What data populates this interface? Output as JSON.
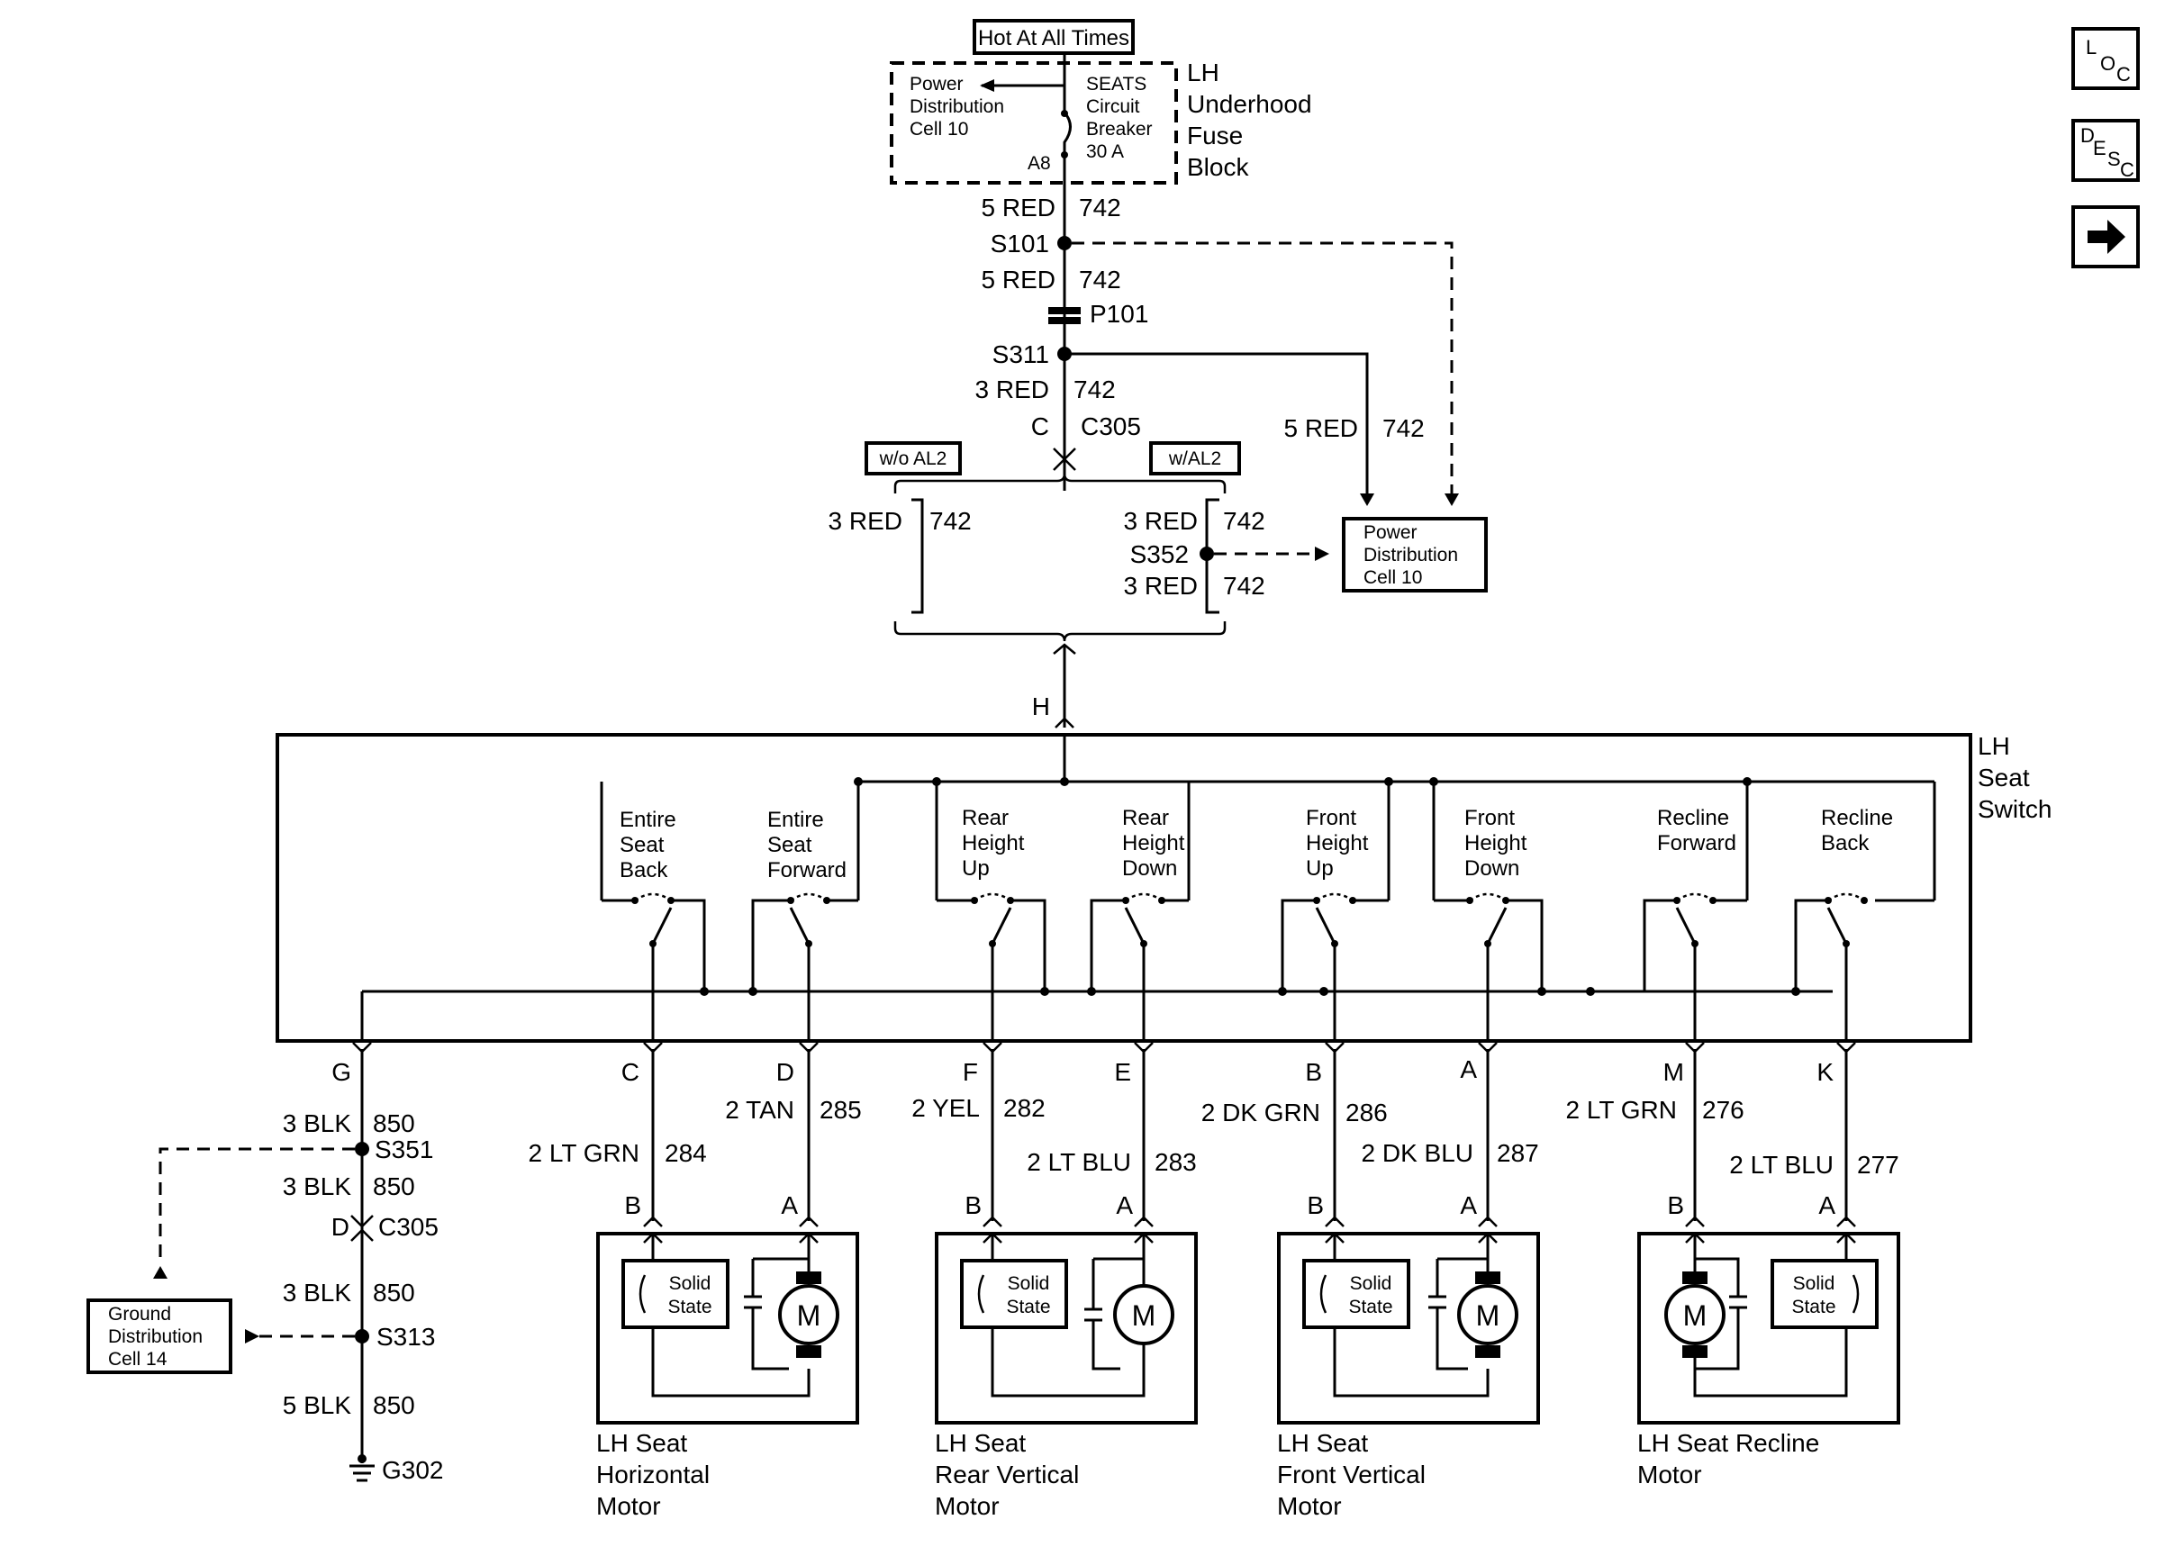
{
  "header": {
    "hot_label": "Hot At All Times"
  },
  "fuse_block": {
    "pdc_label": [
      "Power",
      "Distribution",
      "Cell 10"
    ],
    "breaker_label": [
      "SEATS",
      "Circuit",
      "Breaker",
      "30 A"
    ],
    "pin": "A8",
    "name": [
      "LH",
      "Underhood",
      "Fuse",
      "Block"
    ]
  },
  "feed": {
    "wire1": {
      "gauge": "5 RED",
      "circuit": "742"
    },
    "splice1": "S101",
    "wire2": {
      "gauge": "5 RED",
      "circuit": "742"
    },
    "connector": "P101",
    "splice2": "S311",
    "wire3": {
      "gauge": "3 RED",
      "circuit": "742"
    },
    "conn_pin": "C",
    "conn_name": "C305",
    "branch_wire": {
      "gauge": "5 RED",
      "circuit": "742"
    }
  },
  "options": {
    "without": "w/o AL2",
    "with": "w/AL2",
    "left_wire": {
      "gauge": "3 RED",
      "circuit": "742"
    },
    "right_wire_top": {
      "gauge": "3 RED",
      "circuit": "742"
    },
    "splice": "S352",
    "right_wire_bottom": {
      "gauge": "3 RED",
      "circuit": "742"
    }
  },
  "pdc_box": [
    "Power",
    "Distribution",
    "Cell 10"
  ],
  "switch": {
    "input_pin": "H",
    "name": [
      "LH",
      "Seat",
      "Switch"
    ],
    "positions": [
      [
        "Entire",
        "Seat",
        "Back"
      ],
      [
        "Entire",
        "Seat",
        "Forward"
      ],
      [
        "Rear",
        "Height",
        "Up"
      ],
      [
        "Rear",
        "Height",
        "Down"
      ],
      [
        "Front",
        "Height",
        "Up"
      ],
      [
        "Front",
        "Height",
        "Down"
      ],
      [
        "Recline",
        "Forward"
      ],
      [
        "Recline",
        "Back"
      ]
    ]
  },
  "ground": {
    "pin": "G",
    "wire1": {
      "gauge": "3 BLK",
      "circuit": "850"
    },
    "splice1": "S351",
    "wire2": {
      "gauge": "3 BLK",
      "circuit": "850"
    },
    "conn_pin": "D",
    "conn_name": "C305",
    "wire3": {
      "gauge": "3 BLK",
      "circuit": "850"
    },
    "splice2": "S313",
    "wire4": {
      "gauge": "5 BLK",
      "circuit": "850"
    },
    "ground_name": "G302",
    "gdc_box": [
      "Ground",
      "Distribution",
      "Cell 14"
    ]
  },
  "motor_wires": [
    {
      "pin": "C",
      "gauge": "2 LT GRN",
      "circuit": "284",
      "motor_pin": "B"
    },
    {
      "pin": "D",
      "gauge": "2 TAN",
      "circuit": "285",
      "motor_pin": "A"
    },
    {
      "pin": "F",
      "gauge": "2 YEL",
      "circuit": "282",
      "motor_pin": "B"
    },
    {
      "pin": "E",
      "gauge": "2 LT BLU",
      "circuit": "283",
      "motor_pin": "A"
    },
    {
      "pin": "B",
      "gauge": "2 DK GRN",
      "circuit": "286",
      "motor_pin": "B"
    },
    {
      "pin": "A",
      "gauge": "2 DK BLU",
      "circuit": "287",
      "motor_pin": "A"
    },
    {
      "pin": "M",
      "gauge": "2 LT GRN",
      "circuit": "276",
      "motor_pin": "B"
    },
    {
      "pin": "K",
      "gauge": "2 LT BLU",
      "circuit": "277",
      "motor_pin": "A"
    }
  ],
  "motors": [
    {
      "name": [
        "LH Seat",
        "Horizontal",
        "Motor"
      ]
    },
    {
      "name": [
        "LH Seat",
        "Rear Vertical",
        "Motor"
      ]
    },
    {
      "name": [
        "LH Seat",
        "Front Vertical",
        "Motor"
      ]
    },
    {
      "name": [
        "LH Seat Recline",
        "Motor"
      ]
    }
  ],
  "motor_parts": {
    "solid_state": [
      "Solid",
      "State"
    ],
    "motor_symbol": "M"
  },
  "nav": {
    "loc": {
      "L": "L",
      "O": "O",
      "C": "C"
    },
    "desc": {
      "D": "D",
      "E": "E",
      "S": "S",
      "C": "C"
    }
  }
}
